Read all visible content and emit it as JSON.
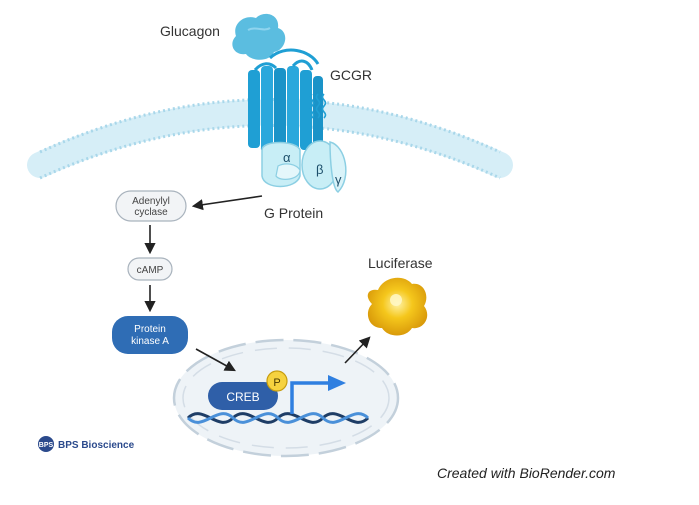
{
  "labels": {
    "ligand": "Glucagon",
    "receptor": "GCGR",
    "g_protein": "G Protein",
    "alpha": "α",
    "beta": "β",
    "gamma": "γ",
    "adenylyl_line1": "Adenylyl",
    "adenylyl_line2": "cyclase",
    "camp": "cAMP",
    "pka_line1": "Protein",
    "pka_line2": "kinase A",
    "creb": "CREB",
    "phospho": "P",
    "reporter": "Luciferase",
    "logo": "BPS Bioscience",
    "credit": "Created with BioRender.com"
  },
  "colors": {
    "membrane": "#c9e7f2",
    "receptor": "#1f9fd4",
    "g_protein": "#c8eef6",
    "pka": "#2f6db5",
    "creb": "#2f5fa8",
    "phospho": "#f6d23f",
    "transcription_arrow": "#2f7fe0",
    "luciferase": "#f2c21b",
    "dna_strand_a": "#1e3d66",
    "dna_strand_b": "#4a90d9"
  }
}
